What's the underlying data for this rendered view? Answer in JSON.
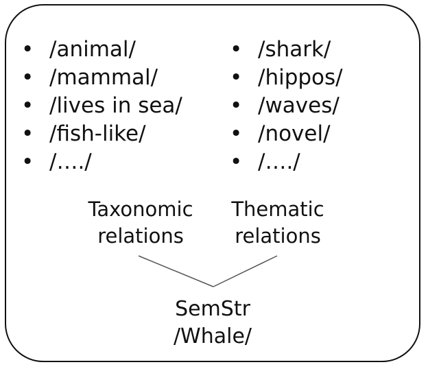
{
  "left_list": {
    "items": [
      "/animal/",
      "/mammal/",
      "/lives in sea/",
      "/fish-like/",
      "/…./"
    ]
  },
  "right_list": {
    "items": [
      "/shark/",
      "/hippos/",
      "/waves/",
      "/novel/",
      "/…./"
    ]
  },
  "bullet_symbol": "•",
  "captions": {
    "taxonomic_line1": "Taxonomic",
    "taxonomic_line2": "relations",
    "thematic_line1": "Thematic",
    "thematic_line2": "relations",
    "concept_line1": "SemStr",
    "concept_line2": "/Whale/"
  },
  "colors": {
    "line": "#555555",
    "text": "#111111",
    "border": "#111111"
  }
}
